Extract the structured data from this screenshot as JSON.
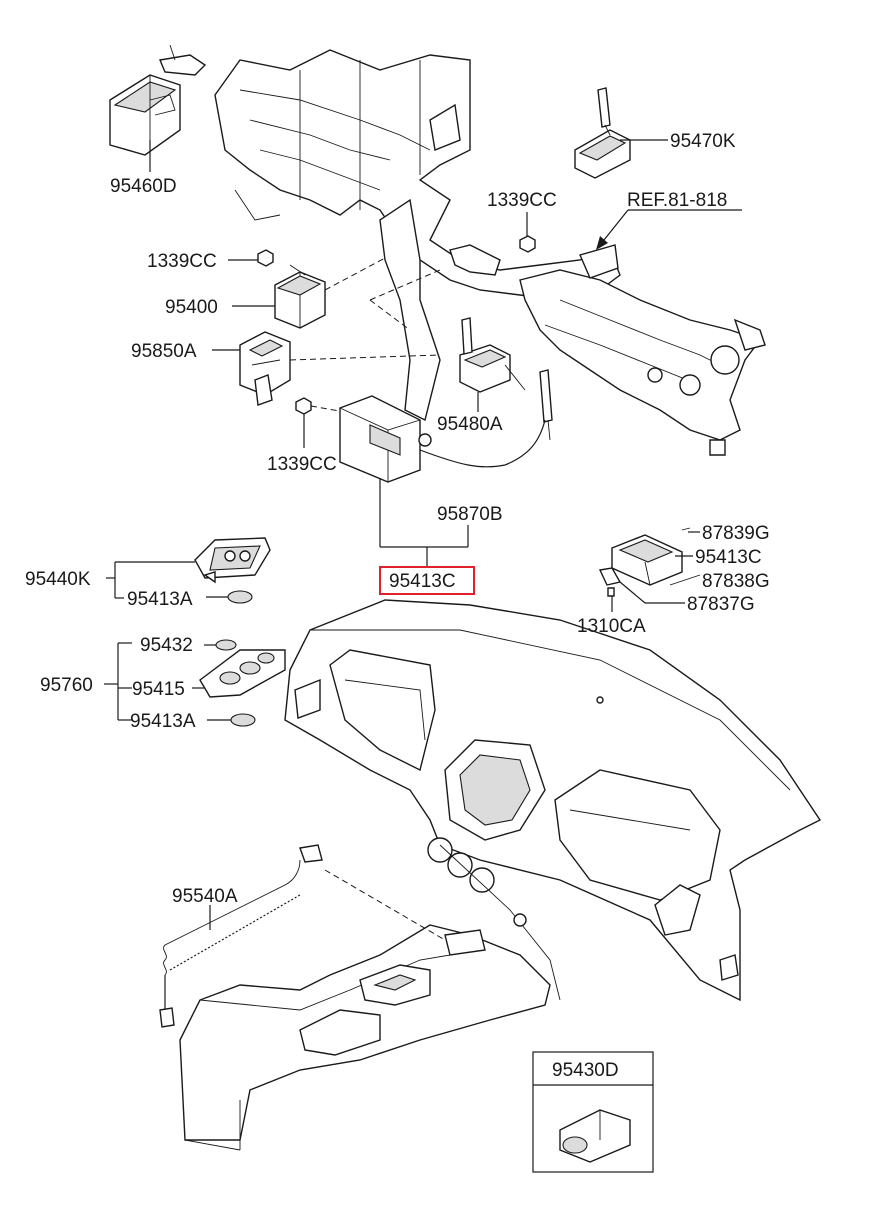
{
  "labels": {
    "p95460D": "95460D",
    "p95470K": "95470K",
    "p1339CC_a": "1339CC",
    "ref": "REF.81-818",
    "p1339CC_b": "1339CC",
    "p95400": "95400",
    "p95850A": "95850A",
    "p95480A": "95480A",
    "p1339CC_c": "1339CC",
    "p95870B": "95870B",
    "p95413C_main": "95413C",
    "p87839G": "87839G",
    "p95413C_b": "95413C",
    "p87838G": "87838G",
    "p87837G": "87837G",
    "p1310CA": "1310CA",
    "p95440K": "95440K",
    "p95413A_a": "95413A",
    "p95432": "95432",
    "p95760": "95760",
    "p95415": "95415",
    "p95413A_b": "95413A",
    "p95540A": "95540A",
    "p95430D": "95430D"
  },
  "highlight_color": "#e0202a"
}
